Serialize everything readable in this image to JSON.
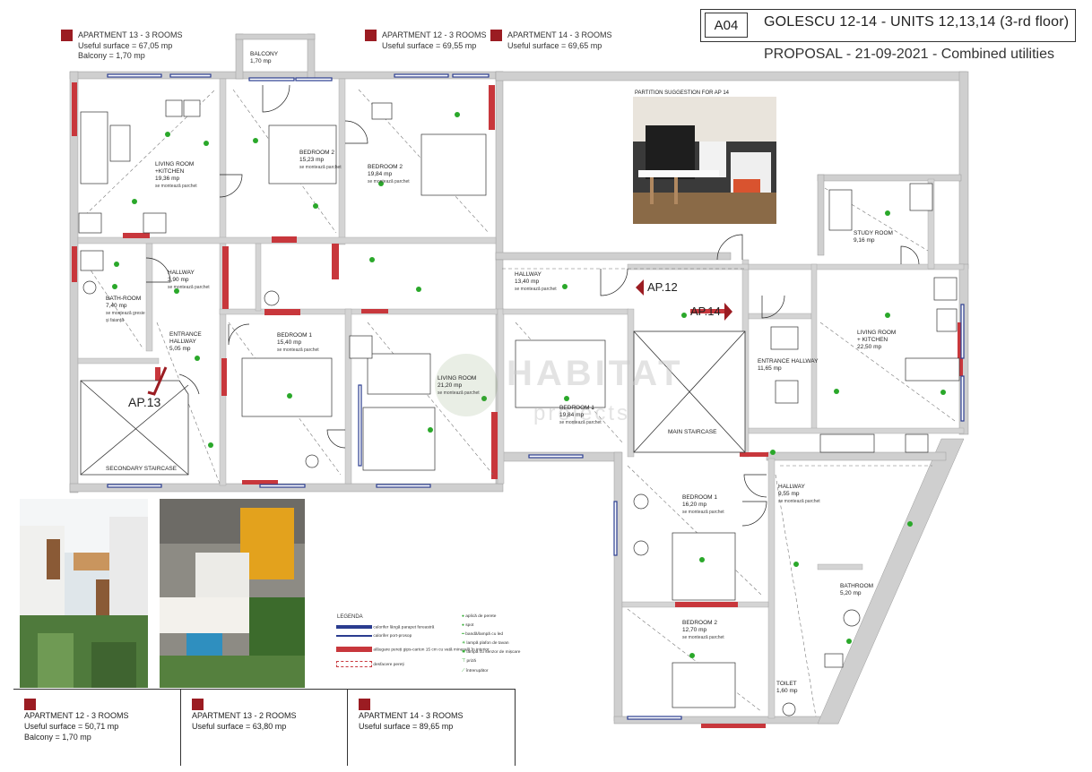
{
  "header": {
    "code": "A04",
    "title": "GOLESCU 12-14  - UNITS 12,13,14 (3-rd floor)",
    "subtitle": "PROPOSAL  - 21-09-2021  - Combined utilities"
  },
  "top_apartments": [
    {
      "name": "APARTMENT 13 - 3 ROOMS",
      "surface": "Useful surface = 67,05 mp",
      "balcony": "Balcony = 1,70 mp"
    },
    {
      "name": "APARTMENT 12 - 3 ROOMS",
      "surface": "Useful surface = 69,55 mp"
    },
    {
      "name": "APARTMENT 14 - 3 ROOMS",
      "surface": "Useful surface = 69,65 mp"
    }
  ],
  "bottom_apartments": [
    {
      "name": "APARTMENT 12 - 3 ROOMS",
      "surface": "Useful surface = 50,71 mp",
      "balcony": "Balcony = 1,70 mp"
    },
    {
      "name": "APARTMENT 13 - 2 ROOMS",
      "surface": "Useful surface = 63,80 mp"
    },
    {
      "name": "APARTMENT 14 - 3 ROOMS",
      "surface": "Useful surface = 89,65 mp"
    }
  ],
  "rooms": {
    "balcony": {
      "name": "BALCONY",
      "area": "1,70 mp"
    },
    "living13": {
      "name": "LIVING ROOM\n+KITCHEN",
      "area": "19,36 mp",
      "note": "se montează parchet"
    },
    "bed2a": {
      "name": "BEDROOM 2",
      "area": "15,23 mp",
      "note": "se montează parchet"
    },
    "bed2b": {
      "name": "BEDROOM 2",
      "area": "19,84 mp",
      "note": "se montează parchet"
    },
    "hall13": {
      "name": "HALLWAY",
      "area": "3,90 mp",
      "note": "se montează parchet"
    },
    "bath13": {
      "name": "BATH-ROOM",
      "area": "7,40 mp",
      "note": "se montează gresie și faianță"
    },
    "entrance13": {
      "name": "ENTRANCE\nHALLWAY",
      "area": "5,05 mp"
    },
    "sec_stair": {
      "name": "SECONDARY STAIRCASE"
    },
    "bed1a": {
      "name": "BEDROOM 1",
      "area": "15,40 mp",
      "note": "se montează parchet"
    },
    "living12": {
      "name": "LIVING ROOM",
      "area": "21,20 mp",
      "note": "se montează parchet"
    },
    "hall12": {
      "name": "HALLWAY",
      "area": "13,40 mp",
      "note": "se montează parchet"
    },
    "bed1b": {
      "name": "BEDROOM 1",
      "area": "19,84 mp",
      "note": "se montează parchet"
    },
    "main_stair": {
      "name": "MAIN STAIRCASE"
    },
    "entrance14": {
      "name": "ENTRANCE HALLWAY",
      "area": "11,65 mp"
    },
    "study": {
      "name": "STUDY ROOM",
      "area": "9,16 mp"
    },
    "living14": {
      "name": "LIVING ROOM\n+ KITCHEN",
      "area": "22,50 mp"
    },
    "bed1c": {
      "name": "BEDROOM 1",
      "area": "16,20 mp",
      "note": "se montează parchet"
    },
    "hall14": {
      "name": "HALLWAY",
      "area": "9,55 mp",
      "note": "se montează parchet"
    },
    "bed2c": {
      "name": "BEDROOM 2",
      "area": "12,70 mp",
      "note": "se montează parchet"
    },
    "bath14": {
      "name": "BATHROOM",
      "area": "5,20 mp"
    },
    "toilet": {
      "name": "TOILET",
      "area": "1,60 mp"
    }
  },
  "markers": {
    "ap13": "AP.13",
    "ap12": "AP.12",
    "ap14": "AP.14"
  },
  "partition": {
    "caption": "PARTITION SUGGESTION FOR AP 14"
  },
  "watermark": {
    "line1": "HABITAT",
    "line2": "projects"
  },
  "legend": {
    "title": "LEGENDA",
    "items": [
      "calorifer lângă parapet fereastră",
      "calorifer port-prosop",
      "alăugare pereți gips-carton 15 cm cu vată minerală în interior",
      "desfacere pereți"
    ],
    "symbols": [
      "aplică de perete",
      "spot",
      "bandă/lampă cu led",
      "lampă plafon de tavan",
      "lampă cu senzor de mișcare",
      "priză",
      "întrerupător"
    ]
  },
  "colors": {
    "accent": "#9b1c22",
    "wall": "#cfcfcf",
    "light": "#29a629",
    "door": "#222222"
  }
}
